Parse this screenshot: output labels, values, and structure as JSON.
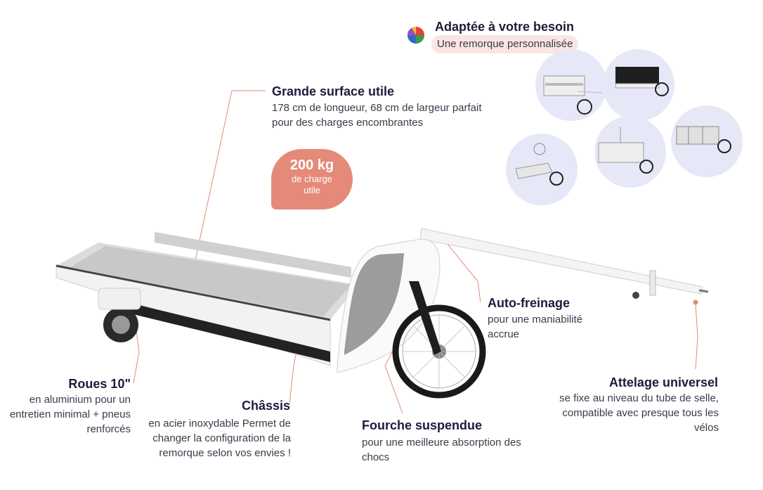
{
  "header": {
    "title": "Adaptée à votre besoin",
    "subtitle": "Une remorque personnalisée"
  },
  "features": [
    {
      "title": "Grande surface utile",
      "description": "178 cm de longueur, 68 cm de largeur parfait pour des charges encombrantes"
    },
    {
      "title": "Auto-freinage",
      "description": "pour une maniabilité accrue"
    },
    {
      "title": "Attelage universel",
      "description": "se fixe au niveau du tube de selle, compatible avec presque tous les vélos"
    },
    {
      "title": "Fourche suspendue",
      "description": "pour une meilleure absorption des chocs"
    },
    {
      "title": "Châssis",
      "description": "en acier inoxydable Permet de changer la configuration de la remorque selon vos envies !"
    },
    {
      "title": "Roues 10\"",
      "description": "en aluminium pour un entretien minimal + pneus renforcés"
    }
  ],
  "badge": {
    "value": "200 kg",
    "label": "de charge utile"
  },
  "colors": {
    "accent": "#e58a79",
    "pill_bg": "#fbe5e2",
    "thumb_bg": "#e6e8f8",
    "title": "#1c1c3c"
  },
  "icons": [
    "color-wheel-icon"
  ]
}
